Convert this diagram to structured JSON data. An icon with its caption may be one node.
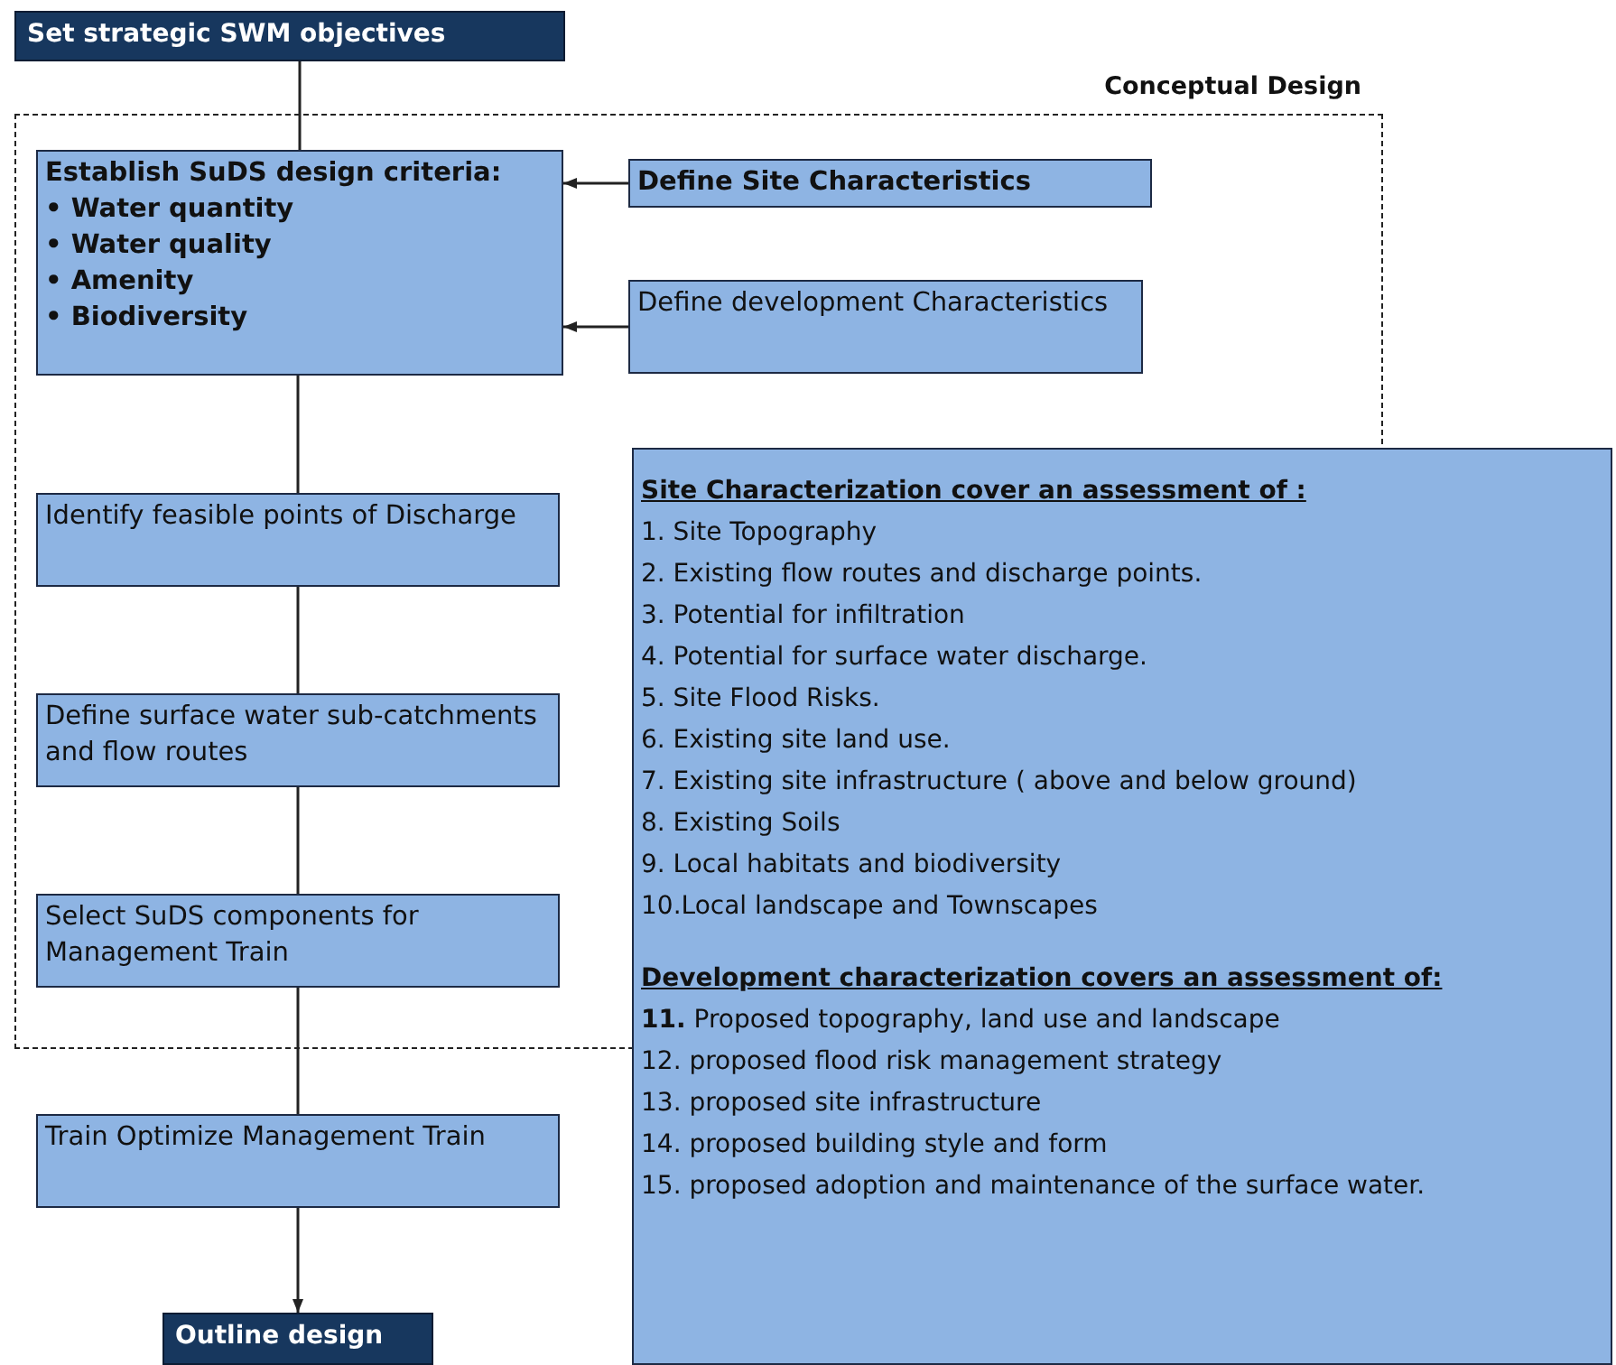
{
  "diagram": {
    "nodes": [
      {
        "text": [
          "Set strategic SWM objectives"
        ]
      },
      {
        "text": [
          "Conceptual Design"
        ]
      },
      {
        "text": [
          "Establish SuDS design criteria:",
          "• Water quantity",
          "• Water quality",
          "• Amenity",
          "• Biodiversity"
        ],
        "in": 1
      },
      {
        "text": [
          "Define Site Characteristics"
        ],
        "in": 1
      },
      {
        "text": [
          "Define development Characteristics"
        ],
        "in": 1
      },
      {
        "text": [
          "Identify feasible points of Discharge"
        ],
        "in": 1
      },
      {
        "text": [
          "Define surface water sub-catchments and flow routes"
        ],
        "in": 1
      },
      {
        "text": [
          "Select SuDS components for Management Train"
        ],
        "in": 1
      },
      {
        "text": [
          "Train Optimize Management Train"
        ]
      },
      {
        "text": [
          "Outline design"
        ]
      },
      {
        "text": [
          "Site Characterization cover an assessment of :",
          "1. Site Topography",
          "2.  Existing flow routes and discharge points.",
          "3. Potential for infiltration",
          "4. Potential for surface water discharge.",
          "5. Site Flood Risks.",
          "6. Existing site land use.",
          "7. Existing site infrastructure ( above and below ground)",
          "8. Existing Soils",
          "9. Local habitats and biodiversity",
          "10.Local landscape and Townscapes",
          "Development characterization covers an assessment of:",
          "**11.** Proposed topography, land use and landscape",
          "12. proposed flood risk management strategy",
          "13. proposed site infrastructure",
          "14. proposed building style and form",
          "15. proposed adoption and maintenance of the surface water."
        ]
      }
    ],
    "edges": [
      {
        "from": 0,
        "to": 2,
        "arrow": "none"
      },
      {
        "from": 3,
        "to": 2,
        "arrow": "to"
      },
      {
        "from": 4,
        "to": 2,
        "arrow": "to"
      },
      {
        "from": 2,
        "to": 5,
        "arrow": "none"
      },
      {
        "from": 5,
        "to": 6,
        "arrow": "none"
      },
      {
        "from": 6,
        "to": 7,
        "arrow": "none"
      },
      {
        "from": 7,
        "to": 8,
        "arrow": "none"
      },
      {
        "from": 8,
        "to": 9,
        "arrow": "to"
      }
    ]
  }
}
